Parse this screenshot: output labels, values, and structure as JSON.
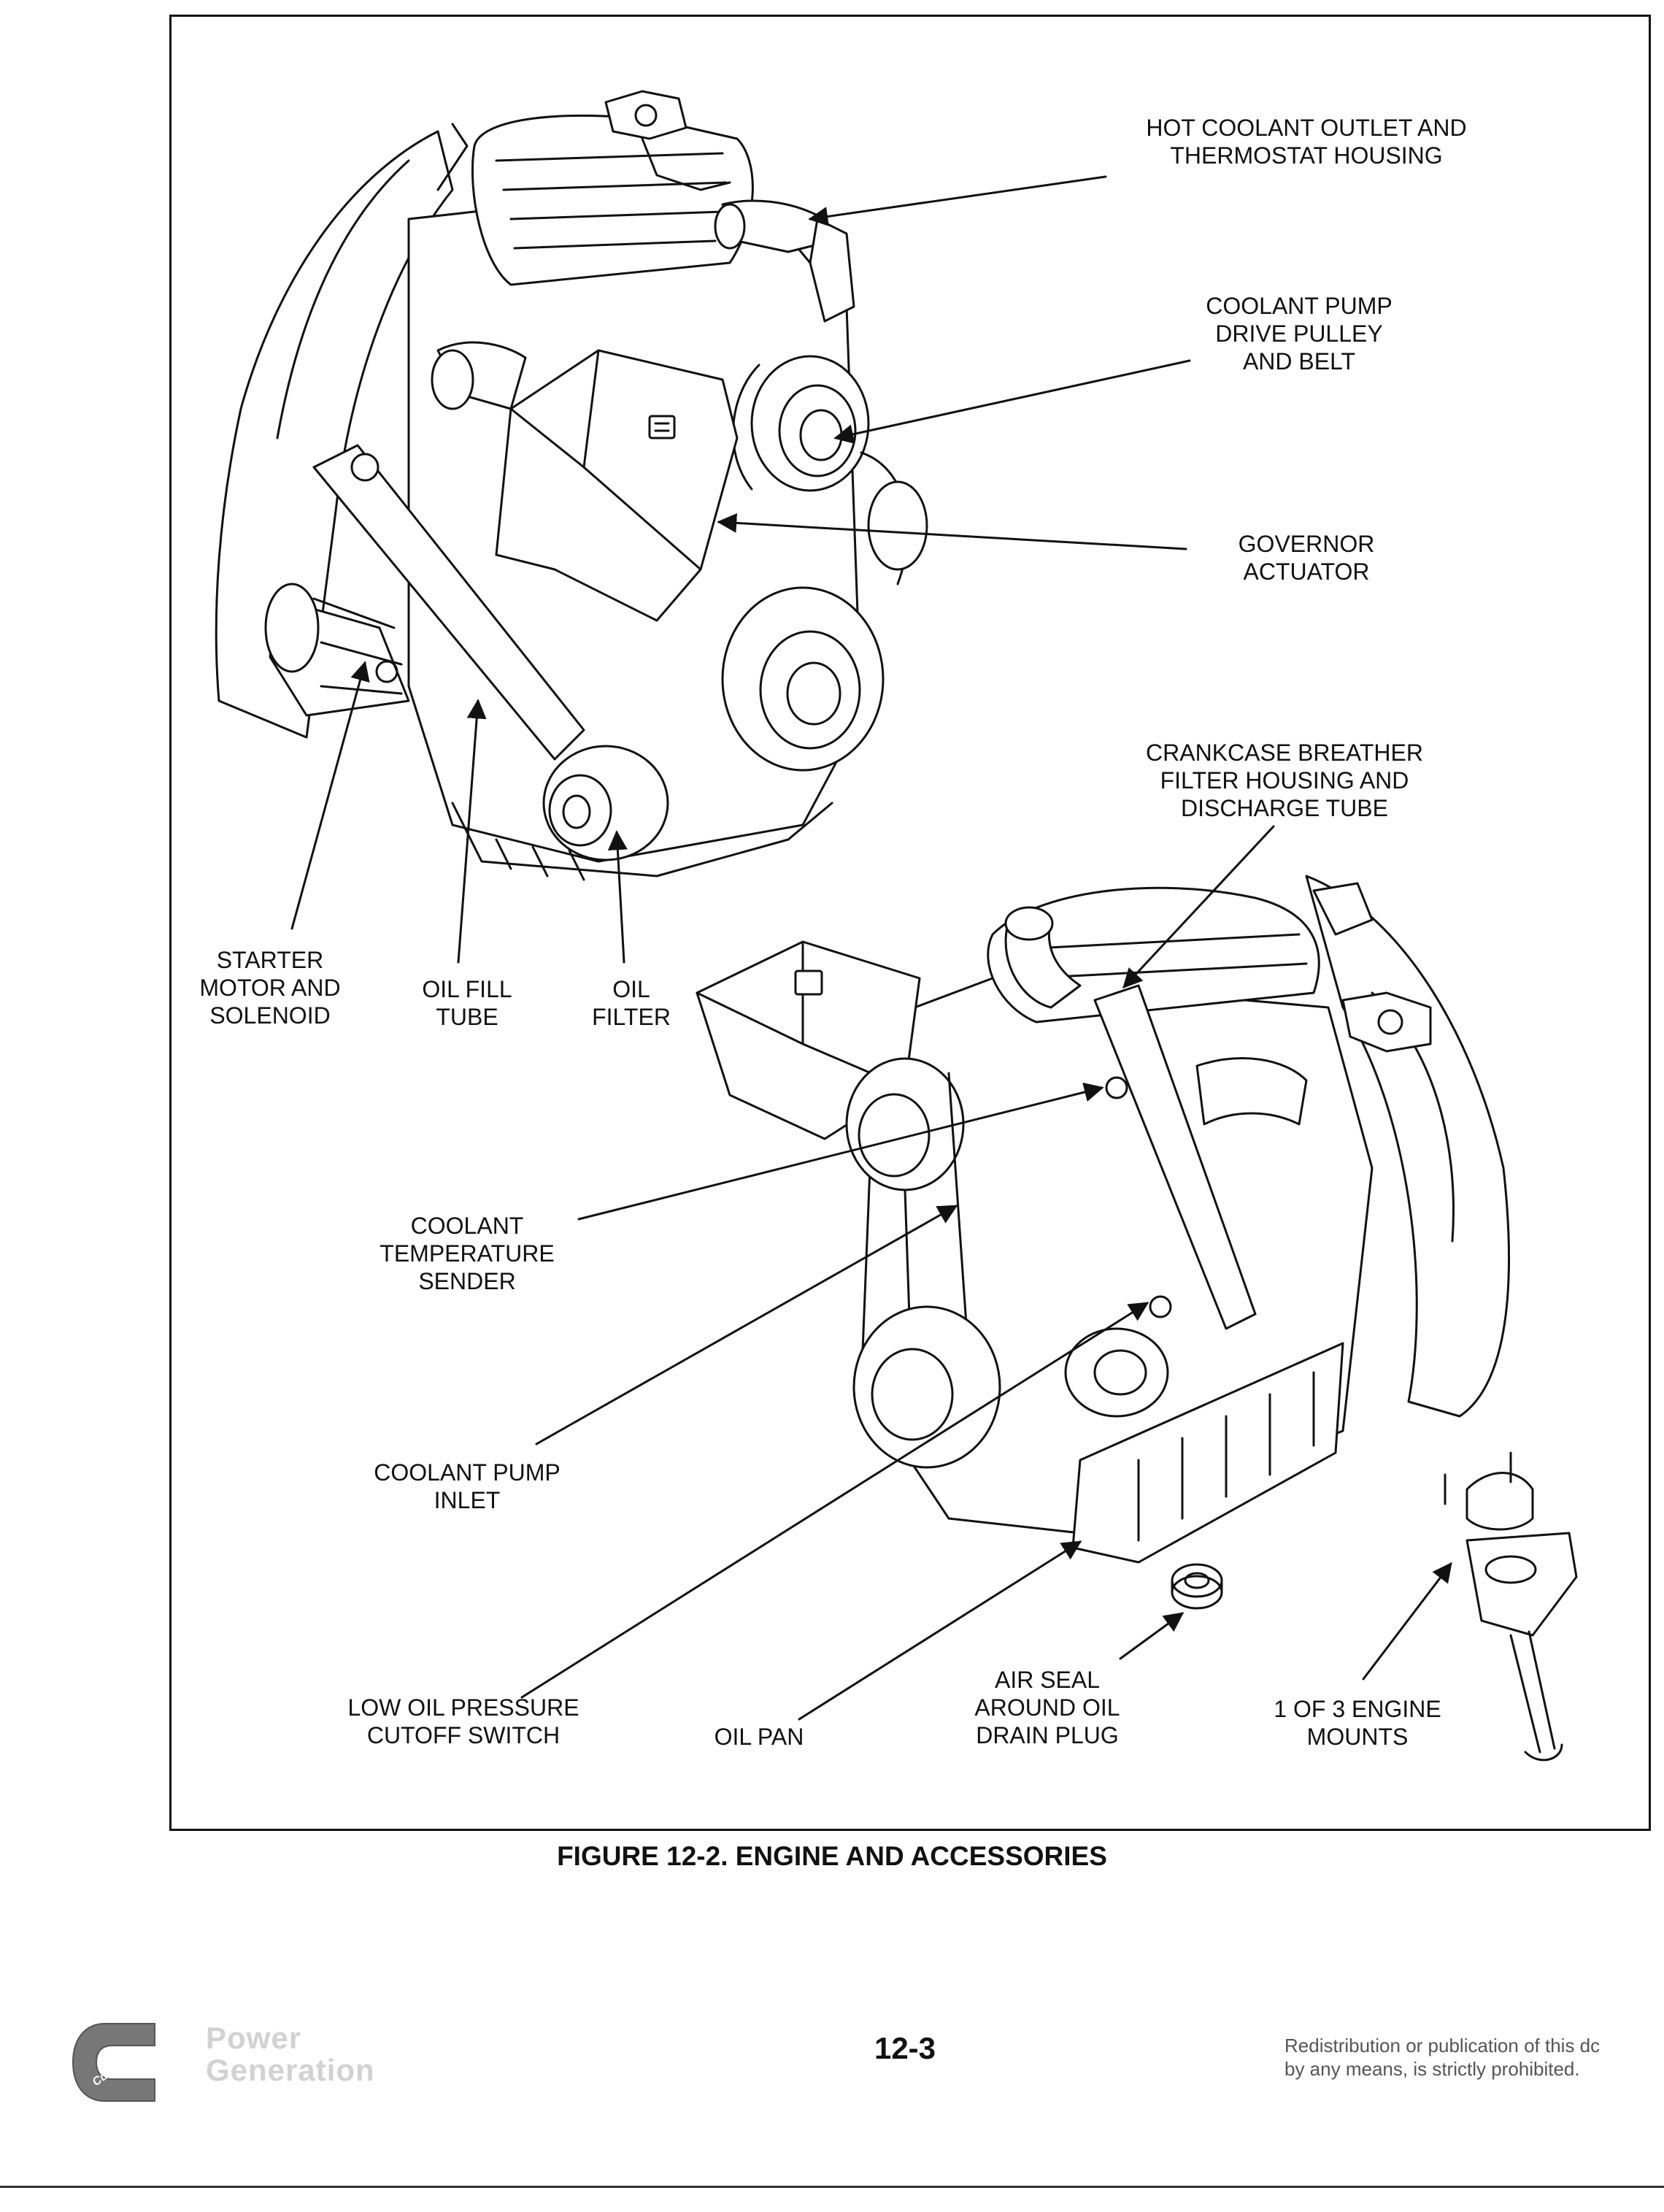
{
  "figure": {
    "caption": "FIGURE 12-2. ENGINE AND ACCESSORIES",
    "callouts": {
      "hot_coolant": "HOT COOLANT OUTLET AND\nTHERMOSTAT HOUSING",
      "coolant_pump_pulley": "COOLANT PUMP\nDRIVE PULLEY\nAND BELT",
      "governor": "GOVERNOR\nACTUATOR",
      "breather": "CRANKCASE BREATHER\nFILTER HOUSING AND\nDISCHARGE TUBE",
      "starter": "STARTER\nMOTOR AND\nSOLENOID",
      "oil_fill": "OIL FILL\nTUBE",
      "oil_filter": "OIL\nFILTER",
      "temp_sender": "COOLANT\nTEMPERATURE\nSENDER",
      "pump_inlet": "COOLANT PUMP\nINLET",
      "low_oil": "LOW OIL PRESSURE\nCUTOFF SWITCH",
      "oil_pan": "OIL PAN",
      "air_seal": "AIR SEAL\nAROUND OIL\nDRAIN PLUG",
      "mounts": "1 OF 3 ENGINE\nMOUNTS"
    }
  },
  "footer": {
    "brand_logo_text": "Cummins",
    "brand_text": "Power\nGeneration",
    "page_number": "12-3",
    "notice": "Redistribution or publication of this dc\nby any means, is strictly prohibited."
  }
}
